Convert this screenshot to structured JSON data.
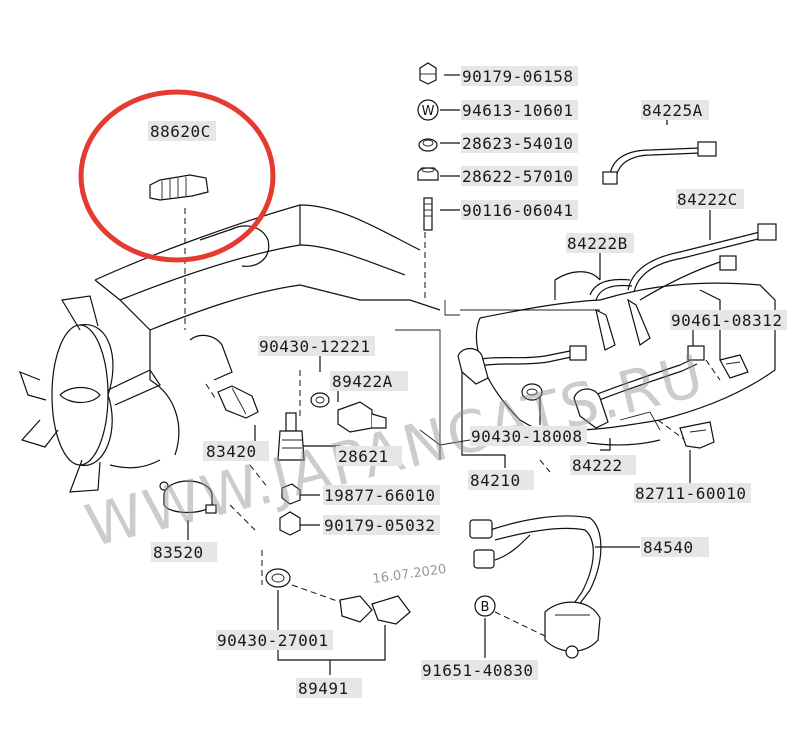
{
  "watermark": "WWW.JAPANCATS.RU",
  "date_stamp": "16.07.2020",
  "highlight_color": "#e53a2f",
  "label_bg_color": "#e6e6e6",
  "parts": {
    "p88620c": "88620C",
    "p90179_06158": "90179-06158",
    "p94613_10601": "94613-10601",
    "p28623_54010": "28623-54010",
    "p28622_57010": "28622-57010",
    "p90116_06041": "90116-06041",
    "p84225a": "84225A",
    "p84222c": "84222C",
    "p84222b": "84222B",
    "p90461_08312": "90461-08312",
    "p90430_12221": "90430-12221",
    "p89422a": "89422A",
    "p83420": "83420",
    "p28621": "28621",
    "p90430_18008": "90430-18008",
    "p84222": "84222",
    "p84210": "84210",
    "p82711_60010": "82711-60010",
    "p19877_66010": "19877-66010",
    "p90179_05032": "90179-05032",
    "p83520": "83520",
    "p84540": "84540",
    "p90430_27001": "90430-27001",
    "p89491": "89491",
    "p91651_40830": "91651-40830"
  },
  "symbols": {
    "washer_w": "W",
    "bolt_b": "B"
  }
}
